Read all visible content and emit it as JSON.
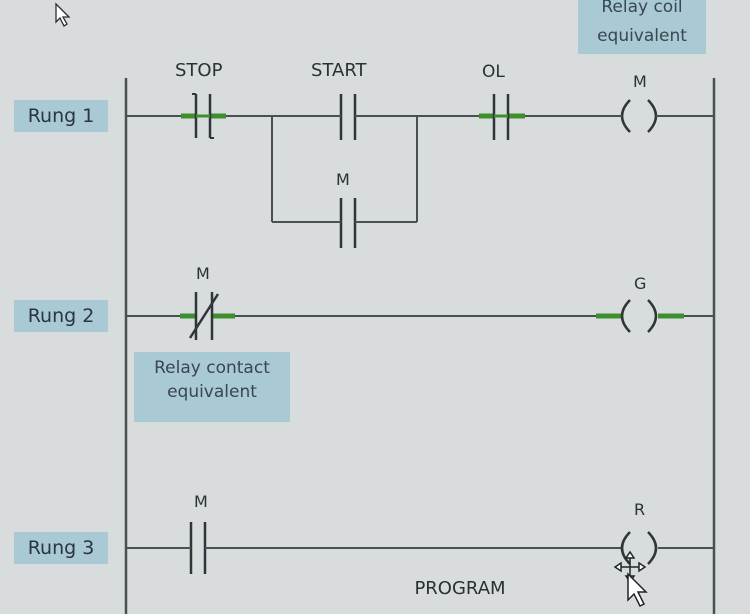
{
  "rungs": [
    {
      "label": "Rung 1"
    },
    {
      "label": "Rung 2"
    },
    {
      "label": "Rung 3"
    }
  ],
  "contacts": {
    "stop": {
      "label": "STOP",
      "type": "normally-closed"
    },
    "start": {
      "label": "START",
      "type": "normally-open"
    },
    "seal_in": {
      "label": "M",
      "type": "normally-open"
    },
    "ol": {
      "label": "OL",
      "type": "normally-closed"
    },
    "m_nc": {
      "label": "M",
      "type": "normally-closed"
    },
    "m_no": {
      "label": "M",
      "type": "normally-open"
    }
  },
  "coils": {
    "m": {
      "label": "M"
    },
    "g": {
      "label": "G"
    },
    "r": {
      "label": "R"
    }
  },
  "notes": {
    "coil_line1": "Relay coil",
    "coil_line2": "equivalent",
    "contact_line1": "Relay contact",
    "contact_line2": "equivalent"
  },
  "title": "PROGRAM",
  "colors": {
    "background": "#d9dcdc",
    "wire": "#4a4f55",
    "highlight": "#3d8f2e",
    "note_box": "#a9c9d4"
  },
  "icons": [
    "cursor-arrow-icon",
    "move-cursor-icon"
  ]
}
